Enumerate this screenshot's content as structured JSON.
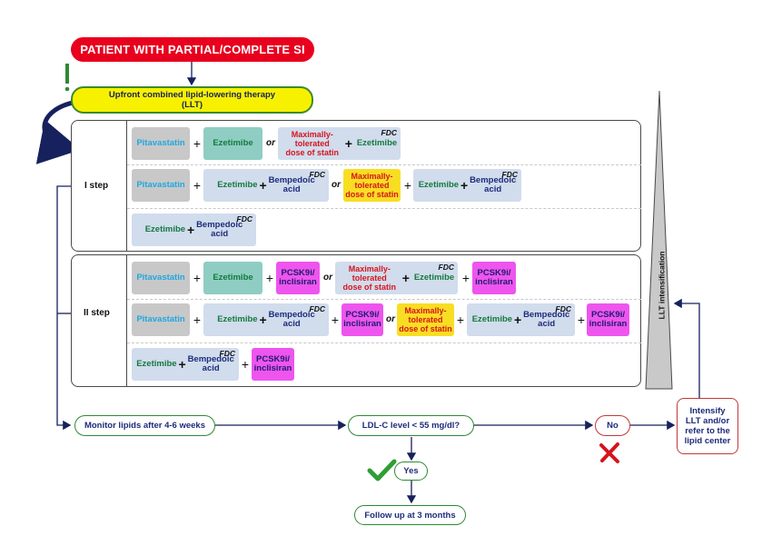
{
  "title": "PATIENT WITH PARTIAL/COMPLETE SI",
  "upfront": "Upfront combined lipid-lowering therapy\n(LLT)",
  "steps": {
    "one": "I step",
    "two": "II step"
  },
  "drugs": {
    "pitavastatin": "Pitavastatin",
    "ezetimibe": "Ezetimibe",
    "bempedoic": "Bempedoic\nacid",
    "statin": "Maximally-\ntolerated\ndose of statin",
    "pcsk9": "PCSK9i/\ninclisiran"
  },
  "ops": {
    "plus": "+",
    "or": "or",
    "fdc": "FDC"
  },
  "llt_intensification": "LLT intensification",
  "monitor": "Monitor lipids after 4-6 weeks",
  "ldl_question": "LDL-C level < 55 mg/dl?",
  "no": "No",
  "yes": "Yes",
  "intensify": "Intensify\nLLT and/or\nrefer to the\nlipid center",
  "follow_up": "Follow up at 3 months",
  "colors": {
    "red": "#e8001e",
    "yellow": "#f7f100",
    "green": "#2e8a35",
    "navy": "#16215e",
    "magenta": "#ee55ee"
  },
  "icons": {
    "check": "check-icon",
    "cross": "cross-icon",
    "exclamation": "exclamation-icon"
  }
}
